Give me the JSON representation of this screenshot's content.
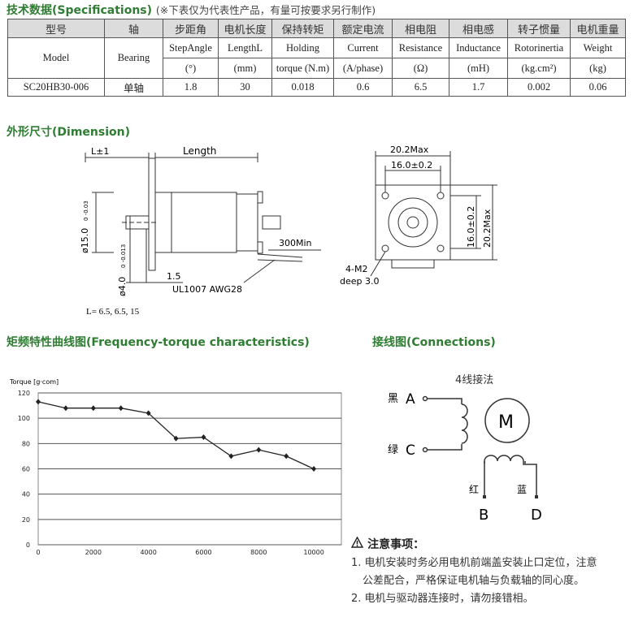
{
  "spec_section": {
    "title": "技术数据(Specifications)",
    "note": "(※下表仅为代表性产品，有量可按要求另行制作)",
    "cn_headers": [
      "型号",
      "轴",
      "步距角",
      "电机长度",
      "保持转矩",
      "额定电流",
      "相电阻",
      "相电感",
      "转子惯量",
      "电机重量"
    ],
    "en_headers": [
      {
        "l1": "Model",
        "l2": ""
      },
      {
        "l1": "Bearing",
        "l2": ""
      },
      {
        "l1": "StepAngle",
        "l2": "(°)"
      },
      {
        "l1": "LengthL",
        "l2": "(mm)"
      },
      {
        "l1": "Holding",
        "l2": "torque (N.m)"
      },
      {
        "l1": "Current",
        "l2": "(A/phase)"
      },
      {
        "l1": "Resistance",
        "l2": "(Ω)"
      },
      {
        "l1": "Inductance",
        "l2": "(mH)"
      },
      {
        "l1": "Rotorinertia",
        "l2": "(kg.cm²)"
      },
      {
        "l1": "Weight",
        "l2": "(kg)"
      }
    ],
    "rows": [
      [
        "SC20HB30-006",
        "单轴",
        "1.8",
        "30",
        "0.018",
        "0.6",
        "6.5",
        "1.7",
        "0.002",
        "0.06"
      ]
    ]
  },
  "dimension_section": {
    "title": "外形尺寸(Dimension)",
    "labels": {
      "l_tol": "L±1",
      "length": "Length",
      "shaft_dia": "ø15.0",
      "shaft_tol": "0 -0.03",
      "bore_dia": "ø4.0",
      "bore_tol": "0 -0.013",
      "flange": "1.5",
      "lead_len": "300Min",
      "cable": "UL1007 AWG28",
      "l_values": "L= 6.5, 6.5, 15",
      "width_max": "20.2Max",
      "hole_pitch": "16.0±0.2",
      "hole_pitch_v": "16.0±0.2",
      "height_max": "20.2Max",
      "screw": "4-M2",
      "screw_depth": "deep 3.0"
    }
  },
  "freq_section": {
    "title": "矩频特性曲线图(Frequency-torque characteristics)",
    "y_unit": "Torque [g·com]"
  },
  "chart_data": {
    "type": "line",
    "title": "",
    "xlabel": "",
    "ylabel": "Torque [g·com]",
    "xlim": [
      0,
      11000
    ],
    "ylim": [
      0,
      120
    ],
    "x_ticks": [
      0,
      2000,
      4000,
      6000,
      8000,
      10000
    ],
    "y_ticks": [
      0,
      20,
      40,
      60,
      80,
      100,
      120
    ],
    "grid": "horizontal",
    "series": [
      {
        "x": [
          0,
          1000,
          2000,
          3000,
          4000,
          5000,
          6000,
          7000,
          8000,
          9000,
          10000
        ],
        "values": [
          113,
          108,
          108,
          108,
          104,
          84,
          85,
          70,
          75,
          70,
          60
        ]
      }
    ]
  },
  "connections_section": {
    "title": "接线图(Connections)",
    "method": "4线接法",
    "motor_letter": "M",
    "wires": [
      {
        "color_cn": "黑",
        "letter": "A"
      },
      {
        "color_cn": "绿",
        "letter": "C"
      },
      {
        "color_cn": "红",
        "letter": "B"
      },
      {
        "color_cn": "蓝",
        "letter": "D"
      }
    ]
  },
  "notes_section": {
    "title": "注意事项：",
    "warning_icon": "warning-triangle-icon",
    "items": [
      {
        "line1": "1. 电机安装时务必用电机前端盖安装止口定位，注意",
        "line2": "公差配合，严格保证电机轴与负载轴的同心度。"
      },
      {
        "line1": "2. 电机与驱动器连接时，请勿接错相。",
        "line2": ""
      }
    ]
  },
  "colors": {
    "title": "#2e7d32",
    "header_bg": "#dcdcdc",
    "line": "#333333"
  }
}
